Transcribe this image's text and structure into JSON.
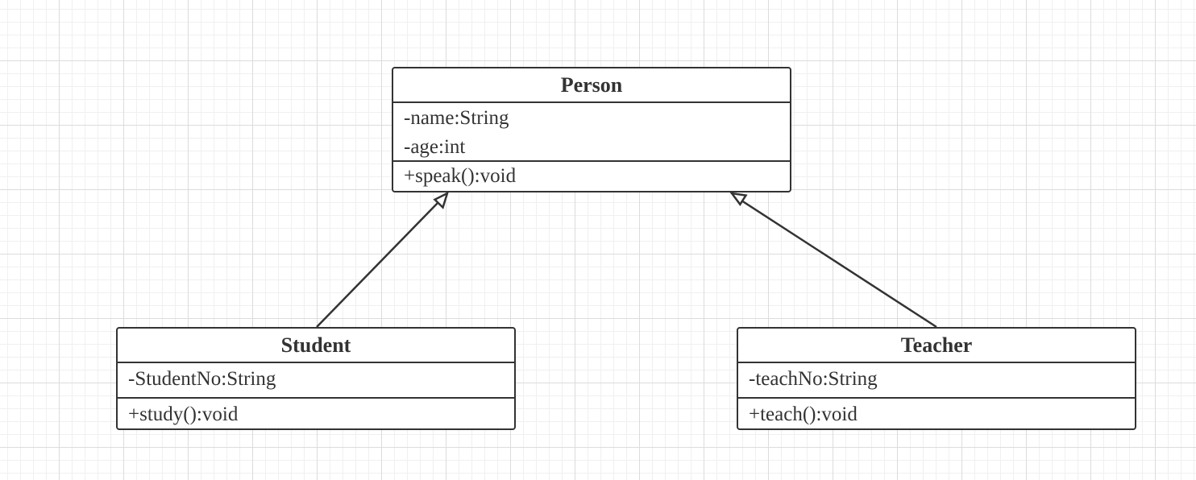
{
  "diagram": {
    "type": "uml-class",
    "classes": [
      {
        "id": "person",
        "name": "Person",
        "attributes": [
          "-name:String",
          "-age:int"
        ],
        "operations": [
          "+speak():void"
        ]
      },
      {
        "id": "student",
        "name": "Student",
        "attributes": [
          "-StudentNo:String"
        ],
        "operations": [
          "+study():void"
        ]
      },
      {
        "id": "teacher",
        "name": "Teacher",
        "attributes": [
          "-teachNo:String"
        ],
        "operations": [
          "+teach():void"
        ]
      }
    ],
    "relations": [
      {
        "type": "generalization",
        "from": "Student",
        "to": "Person"
      },
      {
        "type": "generalization",
        "from": "Teacher",
        "to": "Person"
      }
    ],
    "colors": {
      "stroke": "#333333",
      "background": "#ffffff",
      "grid": "#dcdcdc"
    }
  }
}
